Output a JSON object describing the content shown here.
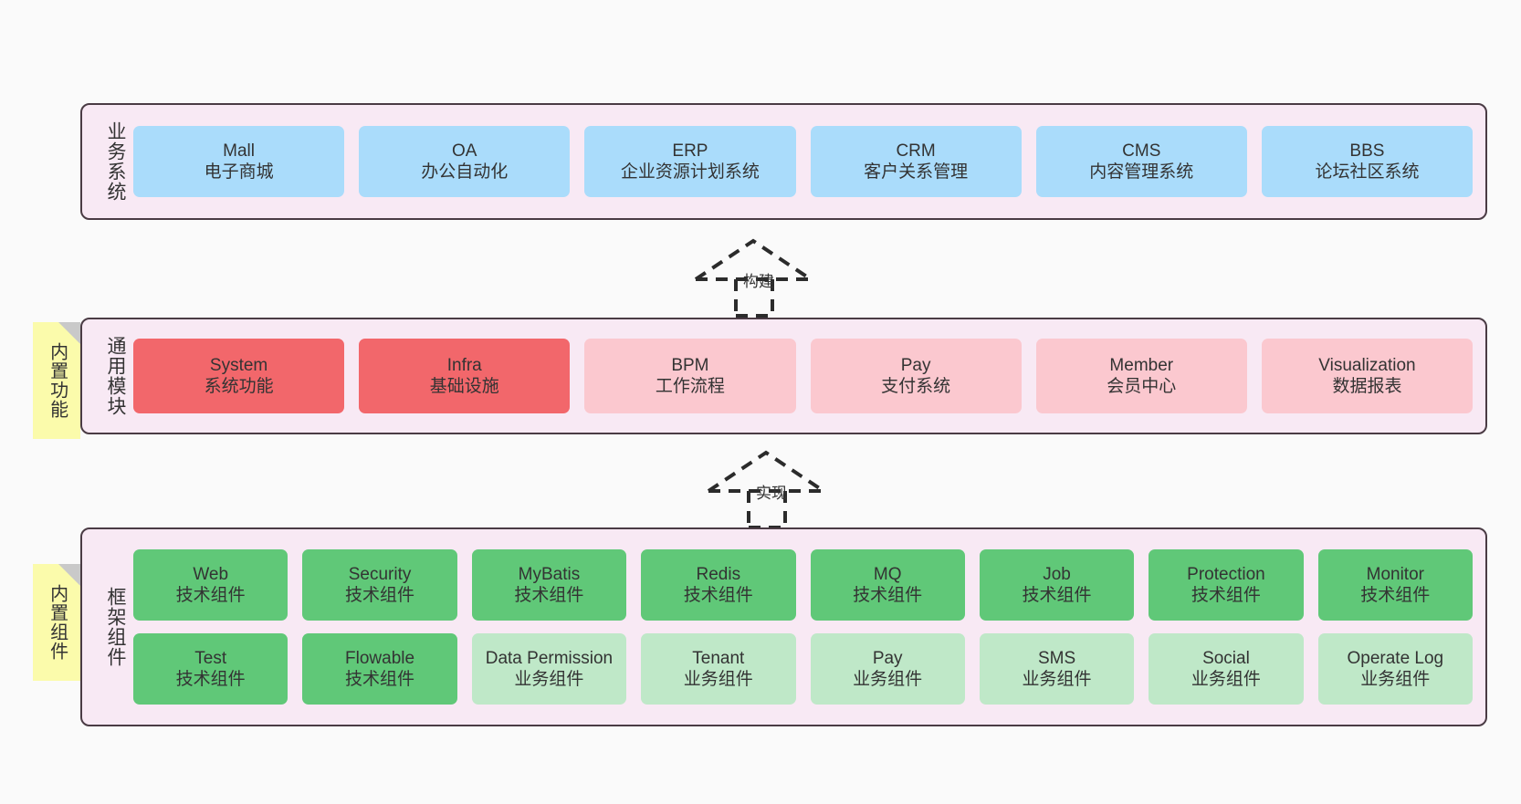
{
  "diagram": {
    "background_color": "#fafafa",
    "layer_background": "#f8e9f4",
    "layer_border_color": "#4a3b44",
    "note_color": "#fbfbab"
  },
  "layers": [
    {
      "id": "business-systems",
      "title": "业务系统",
      "rows": [
        {
          "cards": [
            {
              "title": "Mall",
              "subtitle": "电子商城",
              "color": "#aadcfb",
              "style": "c-blue"
            },
            {
              "title": "OA",
              "subtitle": "办公自动化",
              "color": "#aadcfb",
              "style": "c-blue"
            },
            {
              "title": "ERP",
              "subtitle": "企业资源计划系统",
              "color": "#aadcfb",
              "style": "c-blue"
            },
            {
              "title": "CRM",
              "subtitle": "客户关系管理",
              "color": "#aadcfb",
              "style": "c-blue"
            },
            {
              "title": "CMS",
              "subtitle": "内容管理系统",
              "color": "#aadcfb",
              "style": "c-blue"
            },
            {
              "title": "BBS",
              "subtitle": "论坛社区系统",
              "color": "#aadcfb",
              "style": "c-blue"
            }
          ]
        }
      ]
    },
    {
      "id": "common-modules",
      "title": "通用模块",
      "note": "内置功能",
      "rows": [
        {
          "cards": [
            {
              "title": "System",
              "subtitle": "系统功能",
              "color": "#f2676b",
              "style": "c-red"
            },
            {
              "title": "Infra",
              "subtitle": "基础设施",
              "color": "#f2676b",
              "style": "c-red"
            },
            {
              "title": "BPM",
              "subtitle": "工作流程",
              "color": "#fbc8cf",
              "style": "c-pink"
            },
            {
              "title": "Pay",
              "subtitle": "支付系统",
              "color": "#fbc8cf",
              "style": "c-pink"
            },
            {
              "title": "Member",
              "subtitle": "会员中心",
              "color": "#fbc8cf",
              "style": "c-pink"
            },
            {
              "title": "Visualization",
              "subtitle": "数据报表",
              "color": "#fbc8cf",
              "style": "c-pink"
            }
          ]
        }
      ]
    },
    {
      "id": "framework-components",
      "title": "框架组件",
      "note": "内置组件",
      "rows": [
        {
          "cards": [
            {
              "title": "Web",
              "subtitle": "技术组件",
              "color": "#60c878",
              "style": "c-green"
            },
            {
              "title": "Security",
              "subtitle": "技术组件",
              "color": "#60c878",
              "style": "c-green"
            },
            {
              "title": "MyBatis",
              "subtitle": "技术组件",
              "color": "#60c878",
              "style": "c-green"
            },
            {
              "title": "Redis",
              "subtitle": "技术组件",
              "color": "#60c878",
              "style": "c-green"
            },
            {
              "title": "MQ",
              "subtitle": "技术组件",
              "color": "#60c878",
              "style": "c-green"
            },
            {
              "title": "Job",
              "subtitle": "技术组件",
              "color": "#60c878",
              "style": "c-green"
            },
            {
              "title": "Protection",
              "subtitle": "技术组件",
              "color": "#60c878",
              "style": "c-green"
            },
            {
              "title": "Monitor",
              "subtitle": "技术组件",
              "color": "#60c878",
              "style": "c-green"
            }
          ]
        },
        {
          "cards": [
            {
              "title": "Test",
              "subtitle": "技术组件",
              "color": "#60c878",
              "style": "c-green"
            },
            {
              "title": "Flowable",
              "subtitle": "技术组件",
              "color": "#60c878",
              "style": "c-green"
            },
            {
              "title": "Data Permission",
              "subtitle": "业务组件",
              "color": "#bfe8c8",
              "style": "c-lightgreen",
              "wrap": true
            },
            {
              "title": "Tenant",
              "subtitle": "业务组件",
              "color": "#bfe8c8",
              "style": "c-lightgreen"
            },
            {
              "title": "Pay",
              "subtitle": "业务组件",
              "color": "#bfe8c8",
              "style": "c-lightgreen"
            },
            {
              "title": "SMS",
              "subtitle": "业务组件",
              "color": "#bfe8c8",
              "style": "c-lightgreen"
            },
            {
              "title": "Social",
              "subtitle": "业务组件",
              "color": "#bfe8c8",
              "style": "c-lightgreen"
            },
            {
              "title": "Operate Log",
              "subtitle": "业务组件",
              "color": "#bfe8c8",
              "style": "c-lightgreen"
            }
          ]
        }
      ]
    }
  ],
  "connectors": [
    {
      "id": "build",
      "label": "构建",
      "from": "common-modules",
      "to": "business-systems",
      "style": "dashed-generalization"
    },
    {
      "id": "implement",
      "label": "实现",
      "from": "framework-components",
      "to": "common-modules",
      "style": "dashed-generalization"
    }
  ]
}
